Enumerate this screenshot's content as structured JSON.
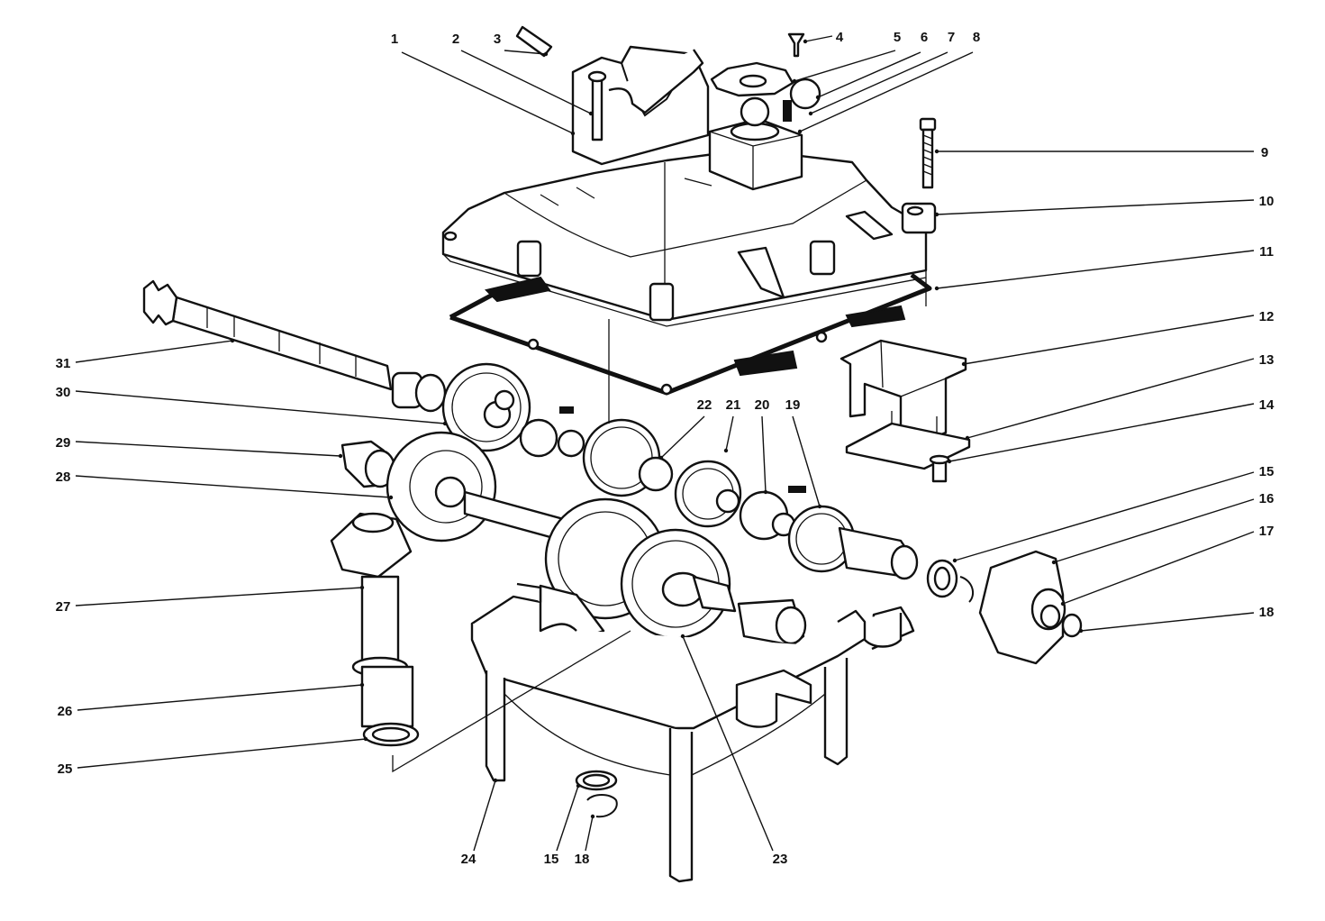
{
  "diagram": {
    "callouts": [
      {
        "id": "c1",
        "label": "1"
      },
      {
        "id": "c2",
        "label": "2"
      },
      {
        "id": "c3",
        "label": "3"
      },
      {
        "id": "c4",
        "label": "4"
      },
      {
        "id": "c5",
        "label": "5"
      },
      {
        "id": "c6",
        "label": "6"
      },
      {
        "id": "c7",
        "label": "7"
      },
      {
        "id": "c8",
        "label": "8"
      },
      {
        "id": "c9",
        "label": "9"
      },
      {
        "id": "c10",
        "label": "10"
      },
      {
        "id": "c11",
        "label": "11"
      },
      {
        "id": "c12",
        "label": "12"
      },
      {
        "id": "c13",
        "label": "13"
      },
      {
        "id": "c14",
        "label": "14"
      },
      {
        "id": "c15a",
        "label": "15"
      },
      {
        "id": "c16",
        "label": "16"
      },
      {
        "id": "c17",
        "label": "17"
      },
      {
        "id": "c18a",
        "label": "18"
      },
      {
        "id": "c19",
        "label": "19"
      },
      {
        "id": "c20",
        "label": "20"
      },
      {
        "id": "c21",
        "label": "21"
      },
      {
        "id": "c22",
        "label": "22"
      },
      {
        "id": "c23",
        "label": "23"
      },
      {
        "id": "c24",
        "label": "24"
      },
      {
        "id": "c15b",
        "label": "15"
      },
      {
        "id": "c18b",
        "label": "18"
      },
      {
        "id": "c25",
        "label": "25"
      },
      {
        "id": "c26",
        "label": "26"
      },
      {
        "id": "c27",
        "label": "27"
      },
      {
        "id": "c28",
        "label": "28"
      },
      {
        "id": "c29",
        "label": "29"
      },
      {
        "id": "c30",
        "label": "30"
      },
      {
        "id": "c31",
        "label": "31"
      }
    ]
  }
}
